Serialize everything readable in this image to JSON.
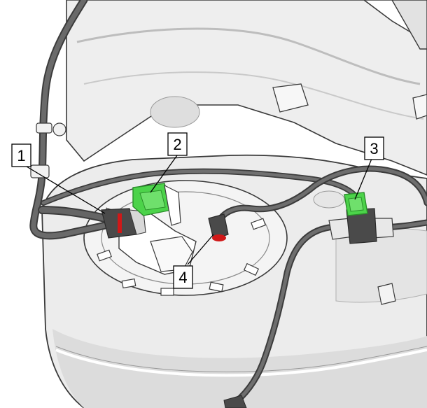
{
  "callouts": [
    {
      "id": "1",
      "label": "1"
    },
    {
      "id": "2",
      "label": "2"
    },
    {
      "id": "3",
      "label": "3"
    },
    {
      "id": "4",
      "label": "4"
    }
  ],
  "colors": {
    "background": "#ffffff",
    "tank_fill": "#ececec",
    "tank_shadow": "#d4d4d4",
    "outline": "#3a3a3a",
    "hose": "#5e5e5e",
    "hose_dark": "#3c3c3c",
    "connector_green": "#4cd34a",
    "connector_green_dark": "#2a8f2a",
    "seal_red": "#d01818"
  }
}
